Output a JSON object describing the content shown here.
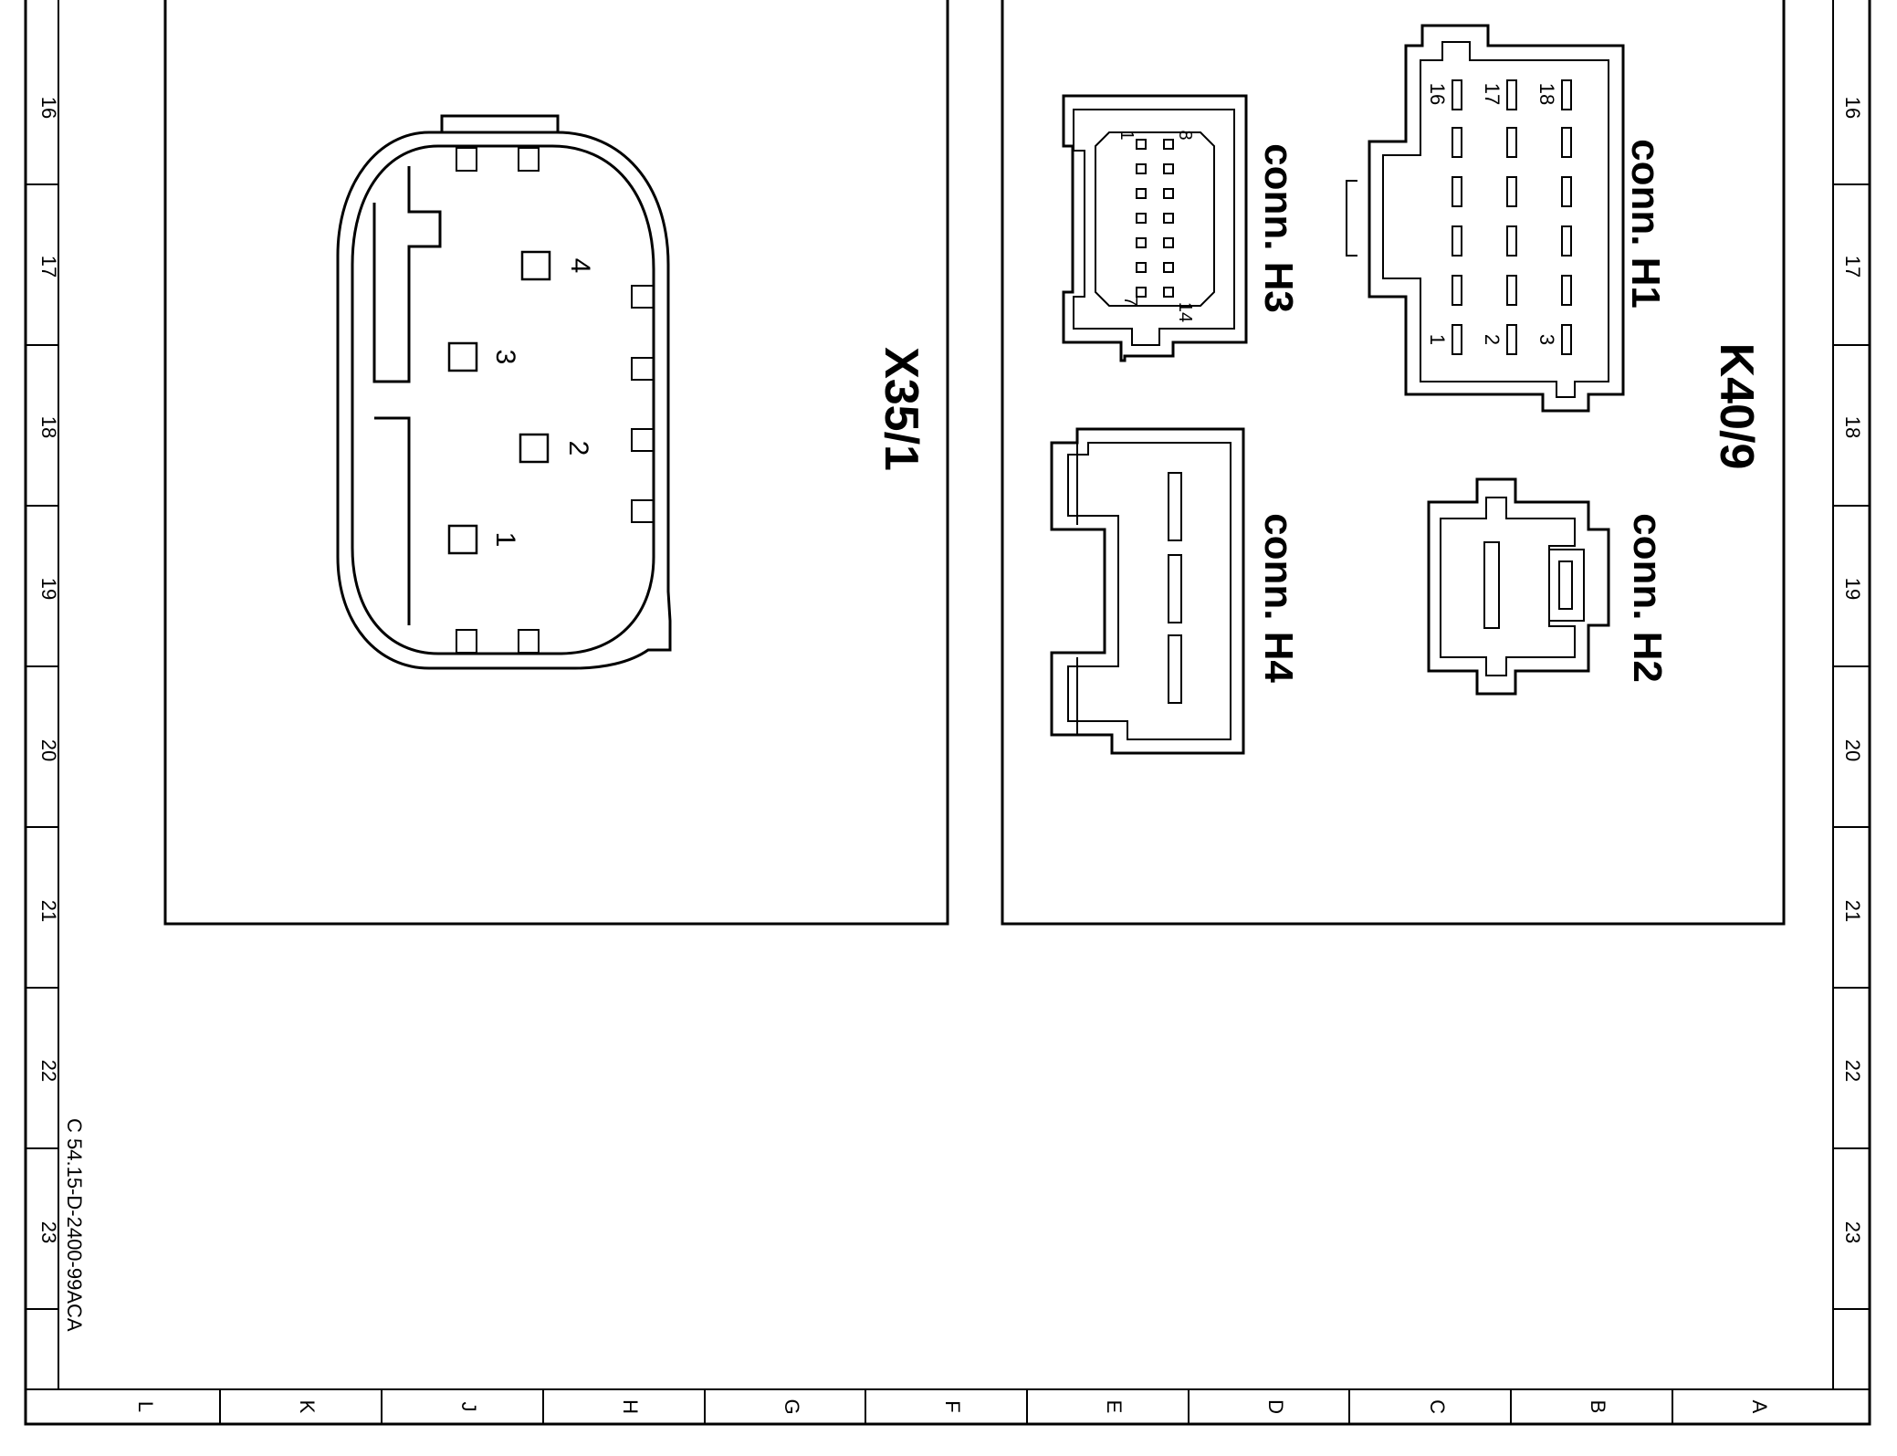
{
  "frame": {
    "row_labels": [
      "16",
      "17",
      "18",
      "19",
      "20",
      "21",
      "22",
      "23"
    ],
    "column_labels": [
      "L",
      "K",
      "J",
      "H",
      "G",
      "F",
      "E",
      "D",
      "C",
      "B",
      "A"
    ],
    "drawing_code": "C 54.15-D-2400-99ACA"
  },
  "components": {
    "x35_1": {
      "label": "X35/1",
      "pins": [
        "1",
        "2",
        "3",
        "4"
      ]
    },
    "k40_9": {
      "label": "K40/9",
      "h1": {
        "label": "conn. H1",
        "pins": [
          "1",
          "2",
          "3",
          "16",
          "17",
          "18"
        ]
      },
      "h2": {
        "label": "conn. H2"
      },
      "h3": {
        "label": "conn. H3",
        "pins": [
          "1",
          "7",
          "8",
          "14"
        ]
      },
      "h4": {
        "label": "conn. H4"
      }
    }
  }
}
